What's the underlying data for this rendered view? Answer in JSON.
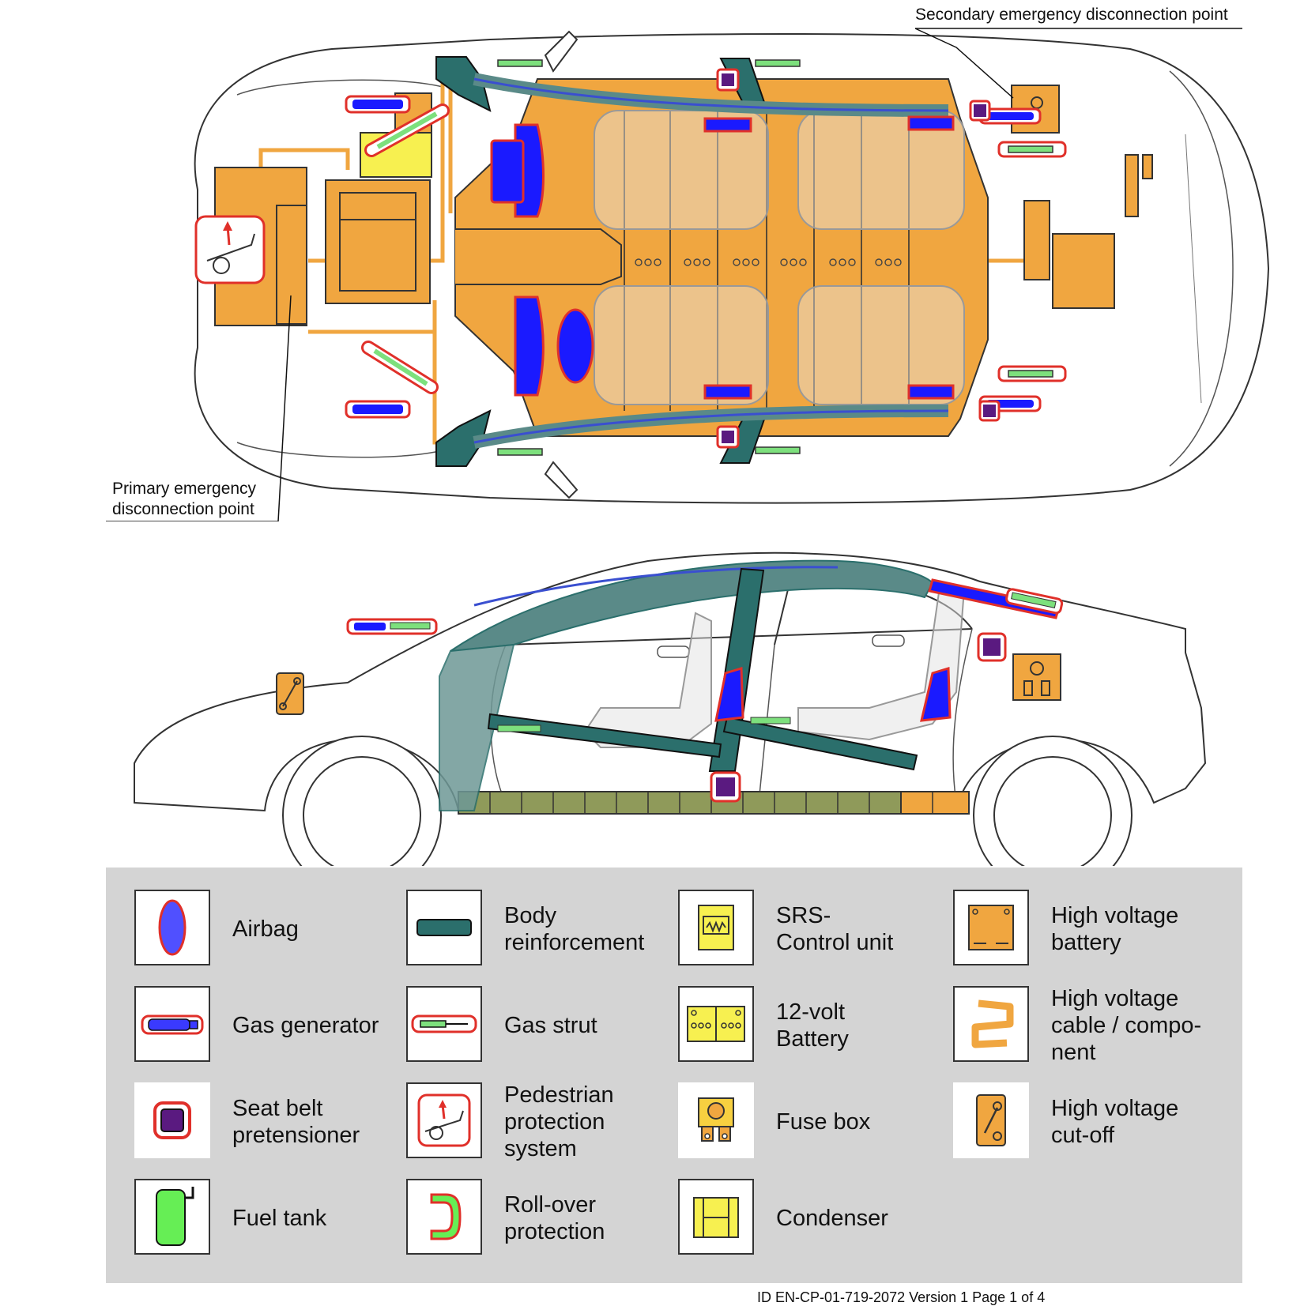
{
  "callouts": {
    "secondary": "Secondary emergency disconnection point",
    "primary_line1": "Primary emergency",
    "primary_line2": "disconnection point"
  },
  "legend": [
    {
      "id": "airbag",
      "lines": [
        "Airbag"
      ],
      "icon": "airbag-icon"
    },
    {
      "id": "body",
      "lines": [
        "Body",
        "reinforcement"
      ],
      "icon": "body-reinforcement-icon"
    },
    {
      "id": "srs",
      "lines": [
        "SRS-",
        "Control unit"
      ],
      "icon": "srs-control-unit-icon"
    },
    {
      "id": "hvbat",
      "lines": [
        "High voltage",
        "battery"
      ],
      "icon": "high-voltage-battery-icon"
    },
    {
      "id": "gasgen",
      "lines": [
        "Gas generator"
      ],
      "icon": "gas-generator-icon"
    },
    {
      "id": "gasstrut",
      "lines": [
        "Gas strut"
      ],
      "icon": "gas-strut-icon"
    },
    {
      "id": "bat12",
      "lines": [
        "12-volt",
        "Battery"
      ],
      "icon": "12-volt-battery-icon"
    },
    {
      "id": "hvcable",
      "lines": [
        "High voltage",
        "cable / compo-",
        "nent"
      ],
      "icon": "high-voltage-cable-icon"
    },
    {
      "id": "seatbelt",
      "lines": [
        "Seat belt",
        "pretensioner"
      ],
      "icon": "seat-belt-pretensioner-icon"
    },
    {
      "id": "pedestrian",
      "lines": [
        "Pedestrian",
        "protection",
        "system"
      ],
      "icon": "pedestrian-protection-icon"
    },
    {
      "id": "fuse",
      "lines": [
        "Fuse box"
      ],
      "icon": "fuse-box-icon"
    },
    {
      "id": "cutoff",
      "lines": [
        "High voltage",
        "cut-off"
      ],
      "icon": "high-voltage-cutoff-icon"
    },
    {
      "id": "fuel",
      "lines": [
        "Fuel tank"
      ],
      "icon": "fuel-tank-icon"
    },
    {
      "id": "rollover",
      "lines": [
        "Roll-over",
        "protection"
      ],
      "icon": "roll-over-protection-icon"
    },
    {
      "id": "condenser",
      "lines": [
        "Condenser"
      ],
      "icon": "condenser-icon"
    }
  ],
  "footer": "ID       EN-CP-01-719-2072   Version 1   Page 1 of 4",
  "colors": {
    "battery_orange": "#f0a640",
    "airbag_blue": "#1a1aff",
    "reinforcement_teal": "#2b6f6c",
    "pretensioner_purple": "#5a1a80",
    "outline_red": "#e0302a",
    "strut_green": "#7de07d",
    "srs_yellow": "#f7f050",
    "legend_gray": "#d4d4d4"
  }
}
